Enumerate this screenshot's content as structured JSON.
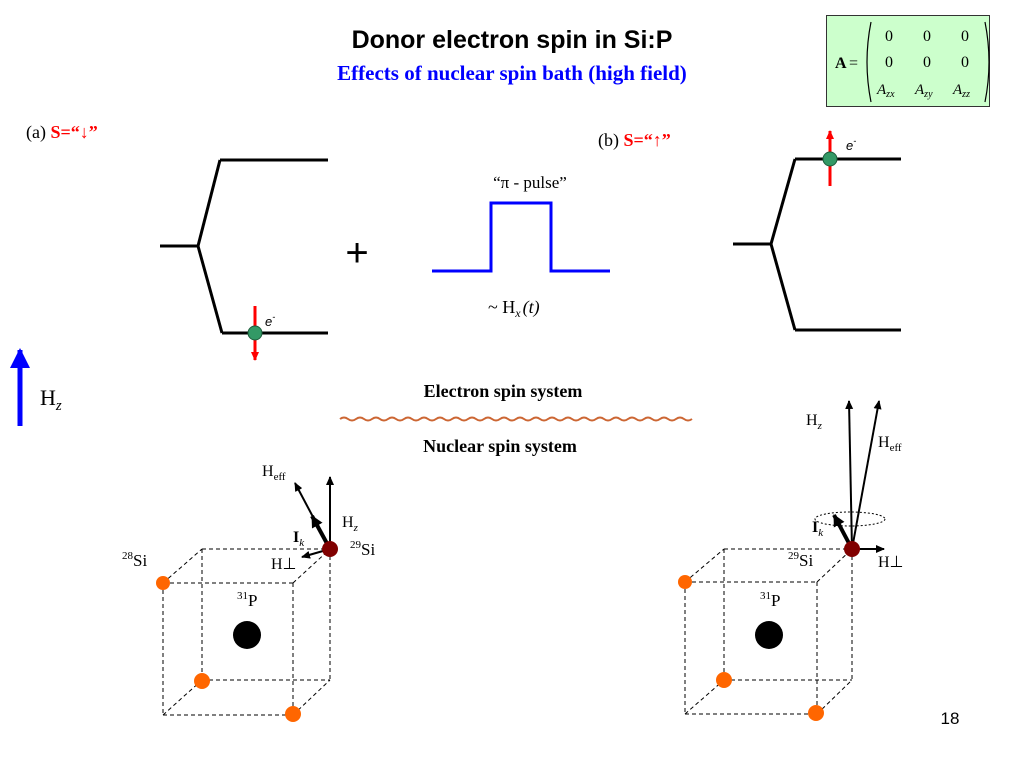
{
  "title": "Donor electron spin in Si:P",
  "subtitle": "Effects of nuclear spin bath (high field)",
  "matrix": {
    "name": "A",
    "equals": "=",
    "rows": [
      [
        "0",
        "0",
        "0"
      ],
      [
        "0",
        "0",
        "0"
      ],
      [
        "A",
        "A",
        "A"
      ]
    ],
    "subscripts": [
      "zx",
      "zy",
      "zz"
    ]
  },
  "panel_a": {
    "prefix": "(a) ",
    "state": "S=“↓”"
  },
  "panel_b": {
    "prefix": "(b) ",
    "state": "S=“↑”"
  },
  "electron_label": "e",
  "electron_sup": "-",
  "plus": "+",
  "pulse": {
    "label": "“π  - pulse”",
    "hamiltonian": "~ H",
    "sub": "x",
    "arg": "(t)"
  },
  "hz_label": {
    "main": "H",
    "sub": "z"
  },
  "electron_system": "Electron spin system",
  "nuclear_system": "Nuclear spin system",
  "left_nuclear": {
    "heff": "H",
    "heff_sub": "eff",
    "hz": "H",
    "hz_sub": "z",
    "ik": "I",
    "ik_sub": "k",
    "hperp": "H⊥",
    "si29": "Si",
    "si29_sup": "29",
    "si28": "Si",
    "si28_sup": "28",
    "p31": "P",
    "p31_sup": "31"
  },
  "right_nuclear": {
    "hz": "H",
    "hz_sub": "z",
    "heff": "H",
    "heff_sub": "eff",
    "ik": "I",
    "ik_sub": "k",
    "hperp": "H⊥",
    "si29": "Si",
    "si29_sup": "29",
    "p31": "P",
    "p31_sup": "31"
  },
  "page_number": "18",
  "colors": {
    "title": "#000000",
    "subtitle": "#0000ff",
    "red": "#ff0000",
    "blue": "#0000ff",
    "electron": "#339966",
    "orange": "#ff6600",
    "darkred": "#800000",
    "matrix_bg": "#ccffcc",
    "wavy": "#cc6633"
  }
}
